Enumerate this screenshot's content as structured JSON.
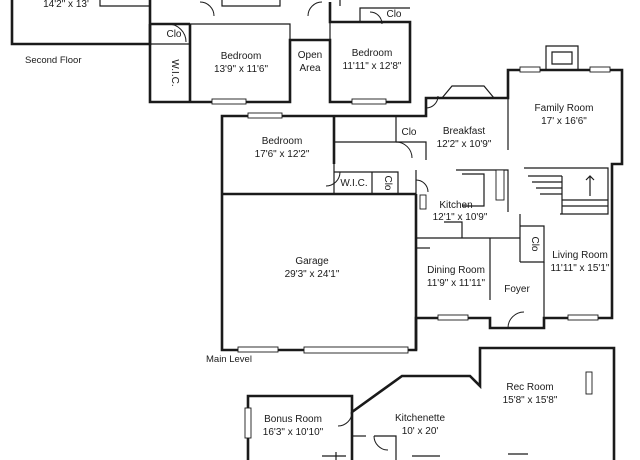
{
  "floors": {
    "second": "Second Floor",
    "main": "Main Level"
  },
  "rooms": {
    "top_left": {
      "dim": "14'2\" x 13'"
    },
    "clo_top": {
      "name": "Clo"
    },
    "clo_upper": {
      "name": "Clo"
    },
    "wic_upper": {
      "name": "W.I.C."
    },
    "bedroom_upper_left": {
      "name": "Bedroom",
      "dim": "13'9\" x 11'6\""
    },
    "open_area": {
      "name": "Open",
      "name2": "Area"
    },
    "bedroom_upper_right": {
      "name": "Bedroom",
      "dim": "11'11\" x 12'8\""
    },
    "bedroom_main": {
      "name": "Bedroom",
      "dim": "17'6\" x 12'2\""
    },
    "clo_bath": {
      "name": "Clo"
    },
    "breakfast": {
      "name": "Breakfast",
      "dim": "12'2\" x 10'9\""
    },
    "family_room": {
      "name": "Family Room",
      "dim": "17' x 16'6\""
    },
    "wic_main": {
      "name": "W.I.C."
    },
    "clo_wic": {
      "name": "Clo"
    },
    "kitchen": {
      "name": "Kitchen",
      "dim": "12'1\" x 10'9\""
    },
    "garage": {
      "name": "Garage",
      "dim": "29'3\" x 24'1\""
    },
    "clo_living": {
      "name": "Clo"
    },
    "living_room": {
      "name": "Living Room",
      "dim": "11'11\" x 15'1\""
    },
    "dining_room": {
      "name": "Dining Room",
      "dim": "11'9\" x 11'11\""
    },
    "foyer": {
      "name": "Foyer"
    },
    "rec_room": {
      "name": "Rec Room",
      "dim": "15'8\" x 15'8\""
    },
    "bonus_room": {
      "name": "Bonus Room",
      "dim": "16'3\" x 10'10\""
    },
    "kitchenette": {
      "name": "Kitchenette",
      "dim": "10' x 20'"
    }
  }
}
